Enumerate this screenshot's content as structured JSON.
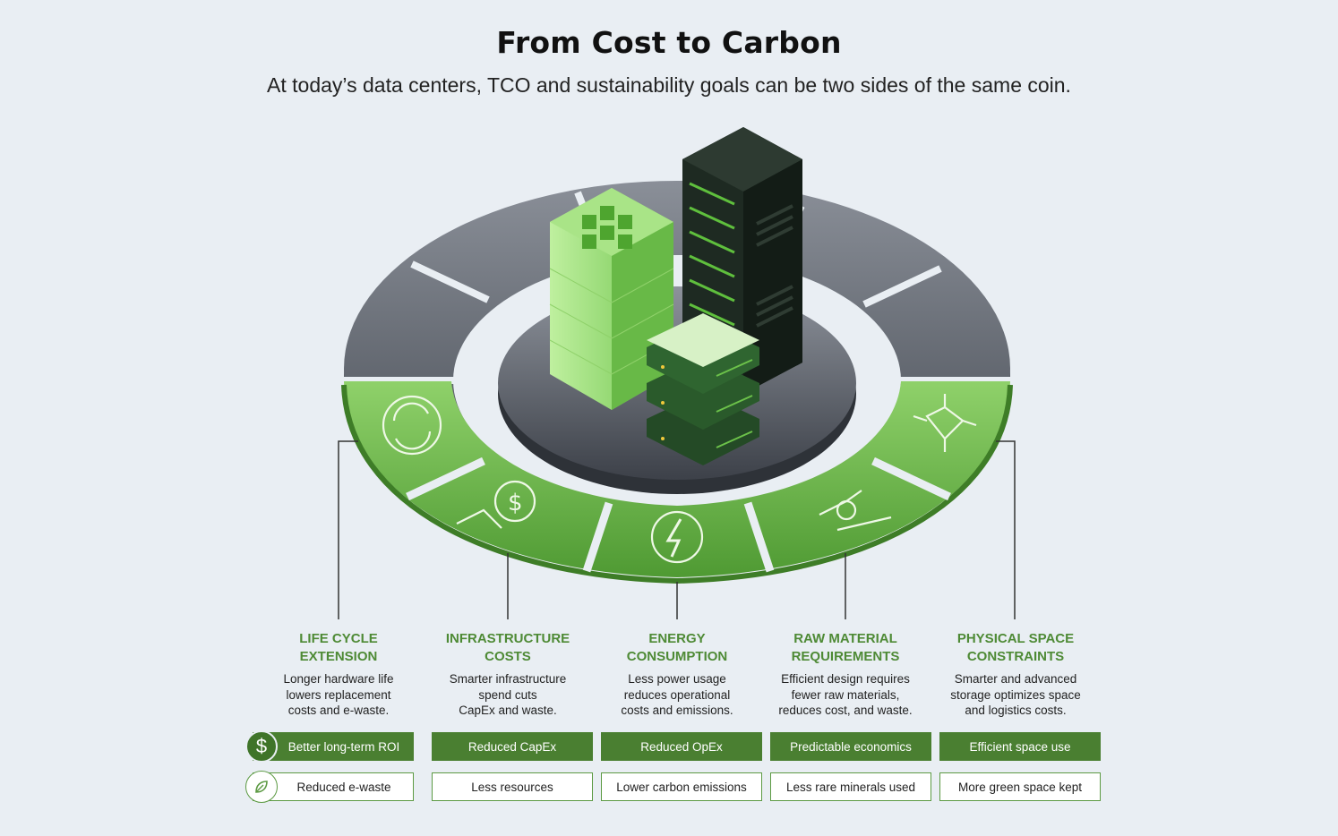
{
  "title": "From Cost to Carbon",
  "subtitle": "At today’s data centers, TCO and sustainability goals can be two sides of the same coin.",
  "colors": {
    "accent_green": "#4e8a35",
    "badge_green": "#4a7f31",
    "ring_gray": "#5b6069",
    "background": "#e9eef3"
  },
  "categories": [
    {
      "heading": "LIFE CYCLE\nEXTENSION",
      "description": "Longer hardware life\nlowers replacement\ncosts and e-waste.",
      "cost_benefit": "Better long-term ROI",
      "carbon_benefit": "Reduced e-waste",
      "icon": "recycle-gear-icon"
    },
    {
      "heading": "INFRASTRUCTURE\nCOSTS",
      "description": "Smarter infrastructure\nspend cuts\nCapEx and waste.",
      "cost_benefit": "Reduced CapEx",
      "carbon_benefit": "Less resources",
      "icon": "dollar-chart-icon"
    },
    {
      "heading": "ENERGY\nCONSUMPTION",
      "description": "Less power usage\nreduces operational\ncosts and emissions.",
      "cost_benefit": "Reduced OpEx",
      "carbon_benefit": "Lower carbon emissions",
      "icon": "lightning-cycle-icon"
    },
    {
      "heading": "RAW MATERIAL\nREQUIREMENTS",
      "description": "Efficient design requires\nfewer raw materials,\nreduces cost, and waste.",
      "cost_benefit": "Predictable economics",
      "carbon_benefit": "Less rare minerals used",
      "icon": "robot-arm-icon"
    },
    {
      "heading": "PHYSICAL SPACE\nCONSTRAINTS",
      "description": "Smarter and advanced\nstorage optimizes space\nand logistics costs.",
      "cost_benefit": "Efficient space use",
      "carbon_benefit": "More green space kept",
      "icon": "compress-arrows-icon"
    }
  ],
  "legend_icons": {
    "cost": "dollar-icon",
    "carbon": "leaf-icon",
    "dollar_symbol": "$"
  }
}
